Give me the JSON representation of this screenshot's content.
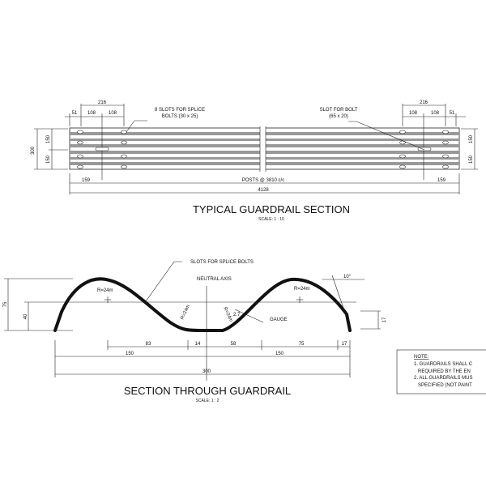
{
  "plan": {
    "title": "TYPICAL GUARDRAIL SECTION",
    "scale": "SCALE: 1 : 10",
    "callout_splice": [
      "8 SLOTS FOR SPLICE",
      "BOLTS (30 x 25)"
    ],
    "callout_bolt": [
      "SLOT FOR BOLT",
      "(65 x 20)"
    ],
    "dims": {
      "left_216": "216",
      "left_51": "51",
      "left_108a": "108",
      "left_108b": "108",
      "right_216": "216",
      "right_108a": "108",
      "right_108b": "108",
      "right_51": "51",
      "height_300": "300",
      "h150a": "150",
      "h150b": "150",
      "rh150a": "150",
      "rh150b": "150",
      "left_159": "159",
      "right_159": "159",
      "posts": "POSTS @ 3810 c/c",
      "total": "4128"
    }
  },
  "section": {
    "title": "SECTION THROUGH GUARDRAIL",
    "scale": "SCALE: 1 : 2",
    "callout_splice": "SLOTS FOR SPLICE BOLTS",
    "neutral_axis": "NEUTRAL AXIS",
    "gauge": "GAUGE",
    "r_left": "R=24m",
    "r_right": "R=24m",
    "r_small1": "R=24m",
    "r_small2": "R=24m",
    "angle": "10°",
    "dims": {
      "h75": "75",
      "h40": "40",
      "d83": "83",
      "d14": "14",
      "d58": "58",
      "d75": "75",
      "d17": "17",
      "w150a": "150",
      "w150b": "150",
      "w300": "300",
      "tip": "17",
      "gauge_t": "2.7"
    }
  },
  "note": {
    "heading": "NOTE:",
    "lines": [
      "1. GUARDRAILS SHALL C",
      "REQUIRED BY THE EN",
      "2. ALL GUARDRAILS MUS",
      "SPECIFIED (NOT PAINT"
    ]
  }
}
